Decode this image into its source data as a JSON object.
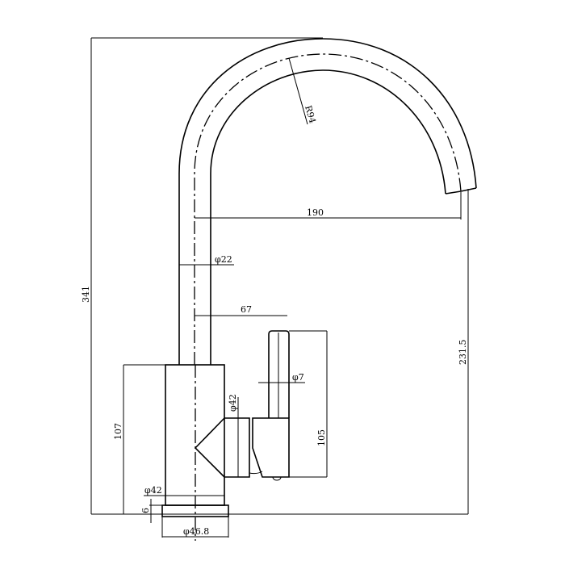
{
  "drawing": {
    "subject": "faucet-technical-drawing",
    "dimensions": {
      "total_height": "341",
      "spout_radius": "R94",
      "spout_reach": "190",
      "spout_tube_diameter": "φ22",
      "handle_offset": "67",
      "handle_diameter": "φ7",
      "outlet_diameter": "φ42",
      "body_height": "107",
      "handle_height": "105",
      "spout_outlet_height": "231.5",
      "body_diameter": "φ42",
      "base_thickness": "6",
      "base_diameter": "φ46.8"
    },
    "colors": {
      "line": "#000000",
      "background": "#ffffff"
    }
  }
}
